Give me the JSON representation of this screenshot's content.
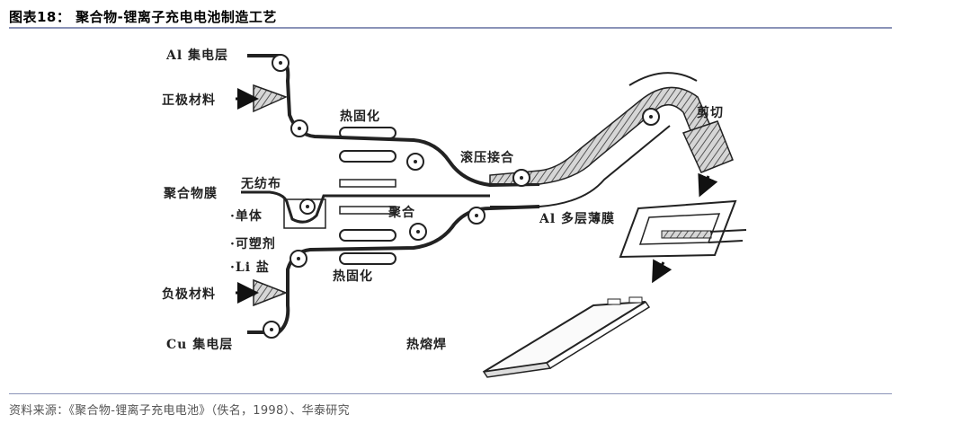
{
  "figure": {
    "title": "图表18： 聚合物-锂离子充电电池制造工艺",
    "source": "资料来源：《聚合物-锂离子充电电池》（佚名，1998）、华泰研究"
  },
  "labels": {
    "al_collector": "Al 集电层",
    "cathode_material": "正极材料",
    "heat_cure_top": "热固化",
    "roll_press": "滚压接合",
    "cut": "剪切",
    "polymer_film": "聚合物膜",
    "nonwoven": "无纺布",
    "monomer": "·单体",
    "polymerize": "聚合",
    "plasticizer": "·可塑剂",
    "li_salt": "·Li 盐",
    "heat_cure_bottom": "热固化",
    "anode_material": "负极材料",
    "cu_collector": "Cu 集电层",
    "al_laminate": "Al 多层薄膜",
    "heat_seal": "热熔焊"
  }
}
